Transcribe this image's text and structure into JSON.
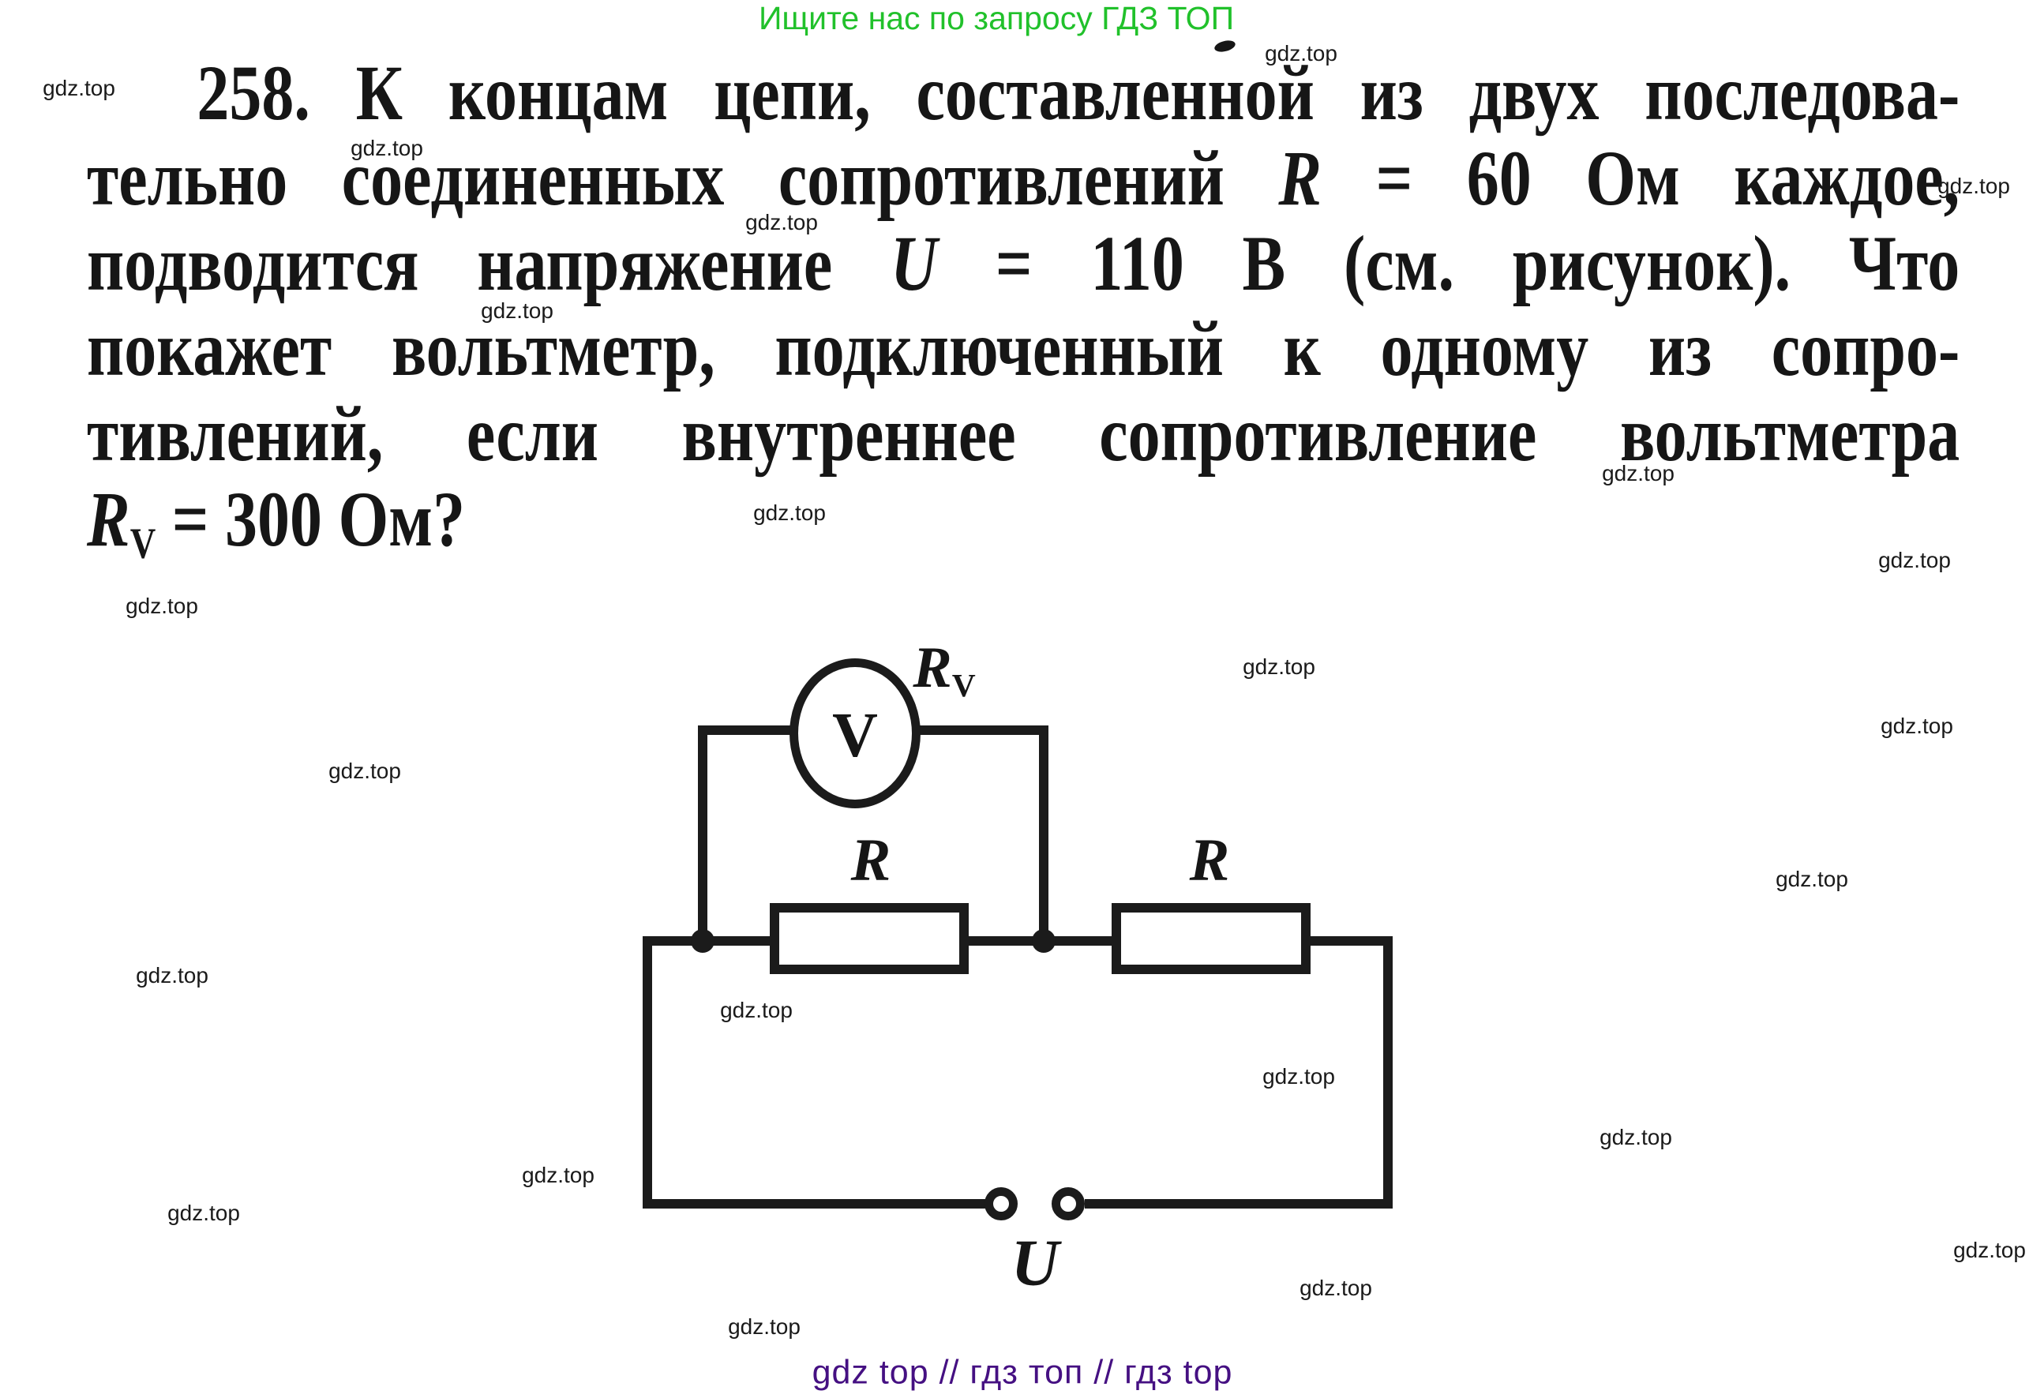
{
  "header": {
    "text": "Ищите нас по запросу ГДЗ ТОП",
    "color": "#21c12b"
  },
  "watermark": {
    "text": "gdz.top",
    "color": "#1a1a1a"
  },
  "problem": {
    "line1": {
      "num": "258.",
      "text": "К концам цепи, составленной из двух последова-"
    },
    "line2": {
      "pre": "тельно соединенных сопротивлений",
      "var": "R",
      "post": "= 60 Ом каждое,"
    },
    "line3": {
      "pre": "подводится напряжение",
      "var": "U",
      "post": "= 110 В (см. рисунок). Что"
    },
    "line4": {
      "text": "покажет вольтметр, подключенный к одному из сопро-"
    },
    "line5": {
      "text": "тивлений, если внутреннее сопротивление вольтметра"
    },
    "line6": {
      "var": "R",
      "sub": "V",
      "post": "= 300 Ом?"
    }
  },
  "circuit": {
    "voltmeter_label": "V",
    "meter_resistance": {
      "var": "R",
      "sub": "V"
    },
    "resistor_left_label": "R",
    "resistor_right_label": "R",
    "source_label": "U"
  },
  "footer": {
    "text": "gdz top  //  гдз топ  //  гдз top",
    "color": "#451082"
  }
}
